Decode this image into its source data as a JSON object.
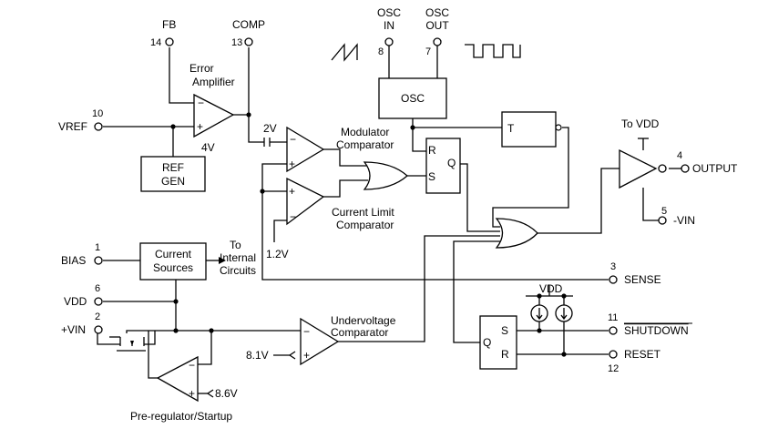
{
  "pins": {
    "fb": {
      "num": "14",
      "name": "FB"
    },
    "comp": {
      "num": "13",
      "name": "COMP"
    },
    "osc_in": {
      "num": "8",
      "name1": "OSC",
      "name2": "IN"
    },
    "osc_out": {
      "num": "7",
      "name1": "OSC",
      "name2": "OUT"
    },
    "vref": {
      "num": "10",
      "name": "VREF"
    },
    "output": {
      "num": "4",
      "name": "OUTPUT"
    },
    "neg_vin": {
      "num": "5",
      "name": "-VIN"
    },
    "bias": {
      "num": "1",
      "name": "BIAS"
    },
    "vdd": {
      "num": "6",
      "name": "VDD"
    },
    "pos_vin": {
      "num": "2",
      "name": "+VIN"
    },
    "sense": {
      "num": "3",
      "name": "SENSE"
    },
    "shutdown": {
      "num": "11",
      "name": "SHUTDOWN"
    },
    "reset": {
      "num": "12",
      "name": "RESET"
    }
  },
  "blocks": {
    "error_amp": {
      "line1": "Error",
      "line2": "Amplifier",
      "ref_voltage": "4V"
    },
    "ref_gen": {
      "line1": "REF",
      "line2": "GEN"
    },
    "osc": {
      "label": "OSC"
    },
    "toggle_ff": {
      "label": "T"
    },
    "rs_latch": {
      "r": "R",
      "s": "S",
      "q": "Q"
    },
    "modulator": {
      "line1": "Modulator",
      "line2": "Comparator",
      "offset": "2V"
    },
    "current_limit": {
      "line1": "Current Limit",
      "line2": "Comparator",
      "threshold": "1.2V"
    },
    "current_sources": {
      "line1": "Current",
      "line2": "Sources"
    },
    "internal": {
      "line1": "To",
      "line2": "Internal",
      "line3": "Circuits"
    },
    "undervoltage": {
      "line1": "Undervoltage",
      "line2": "Comparator",
      "threshold": "8.1V"
    },
    "preregulator": {
      "label": "Pre-regulator/Startup",
      "ref_voltage": "8.6V"
    },
    "shutdown_latch": {
      "s": "S",
      "r": "R",
      "q": "Q",
      "supply": "VDD"
    },
    "driver": {
      "supply": "To VDD"
    }
  },
  "amp_signs": {
    "minus": "−",
    "plus": "+"
  }
}
